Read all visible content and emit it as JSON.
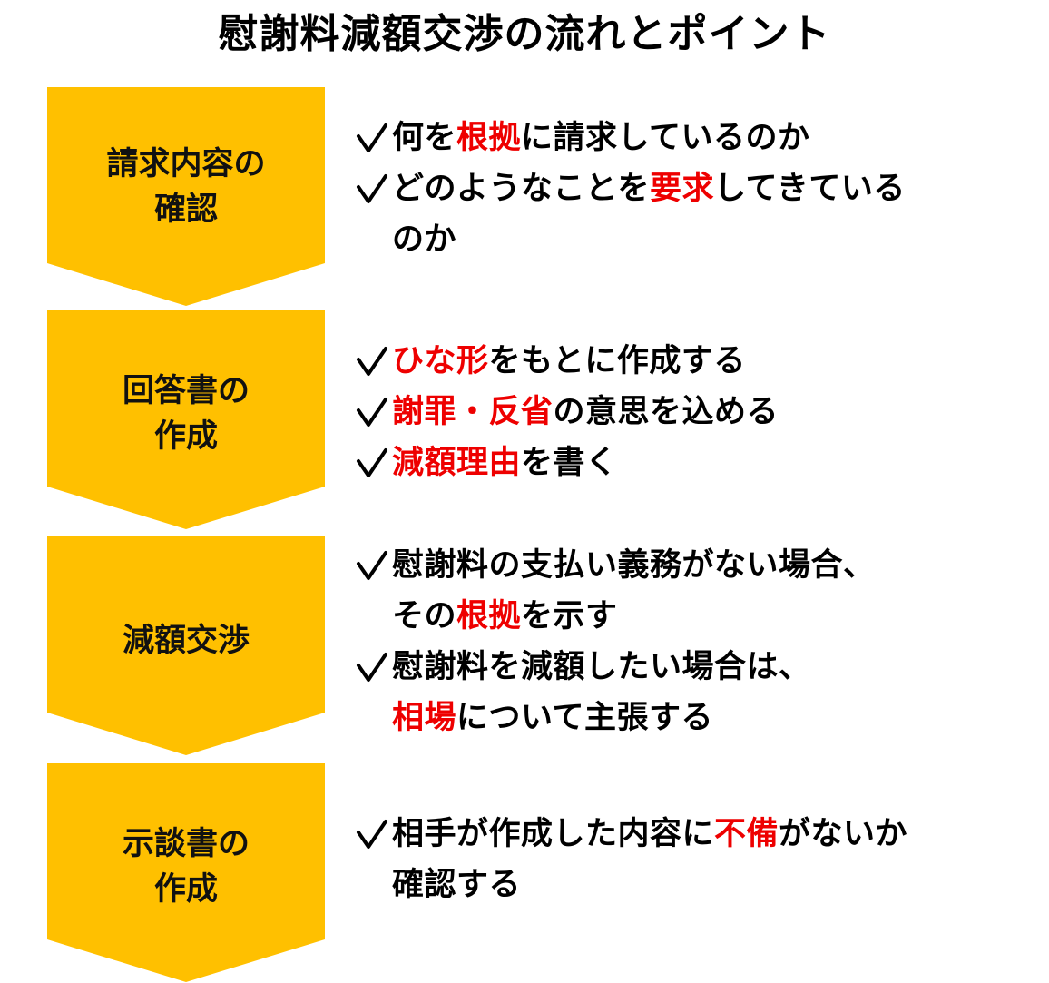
{
  "title": "慰謝料減額交渉の流れとポイント",
  "colors": {
    "arrow_fill": "#ffc000",
    "highlight": "#ee0000",
    "text": "#000000"
  },
  "check_icon": "check-mark-icon",
  "steps": [
    {
      "label_lines": [
        "請求内容の",
        "確認"
      ],
      "bullets": [
        {
          "lines": [
            [
              {
                "t": "何を"
              },
              {
                "t": "根拠",
                "hl": true
              },
              {
                "t": "に請求しているのか"
              }
            ]
          ]
        },
        {
          "lines": [
            [
              {
                "t": "どのようなことを"
              },
              {
                "t": "要求",
                "hl": true
              },
              {
                "t": "してきている"
              }
            ],
            [
              {
                "t": "のか"
              }
            ]
          ]
        }
      ]
    },
    {
      "label_lines": [
        "回答書の",
        "作成"
      ],
      "bullets": [
        {
          "lines": [
            [
              {
                "t": "ひな形",
                "hl": true
              },
              {
                "t": "をもとに作成する"
              }
            ]
          ]
        },
        {
          "lines": [
            [
              {
                "t": "謝罪・反省",
                "hl": true
              },
              {
                "t": "の意思を込める"
              }
            ]
          ]
        },
        {
          "lines": [
            [
              {
                "t": "減額理由",
                "hl": true
              },
              {
                "t": "を書く"
              }
            ]
          ]
        }
      ]
    },
    {
      "label_lines": [
        "減額交渉"
      ],
      "bullets": [
        {
          "lines": [
            [
              {
                "t": "慰謝料の支払い義務がない場合、"
              }
            ],
            [
              {
                "t": "その"
              },
              {
                "t": "根拠",
                "hl": true
              },
              {
                "t": "を示す"
              }
            ]
          ]
        },
        {
          "lines": [
            [
              {
                "t": "慰謝料を減額したい場合は、"
              }
            ],
            [
              {
                "t": "相場",
                "hl": true
              },
              {
                "t": "について主張する"
              }
            ]
          ]
        }
      ]
    },
    {
      "label_lines": [
        "示談書の",
        "作成"
      ],
      "bullets": [
        {
          "lines": [
            [
              {
                "t": "相手が作成した内容に"
              },
              {
                "t": "不備",
                "hl": true
              },
              {
                "t": "がないか"
              }
            ],
            [
              {
                "t": "確認する"
              }
            ]
          ]
        }
      ]
    }
  ]
}
